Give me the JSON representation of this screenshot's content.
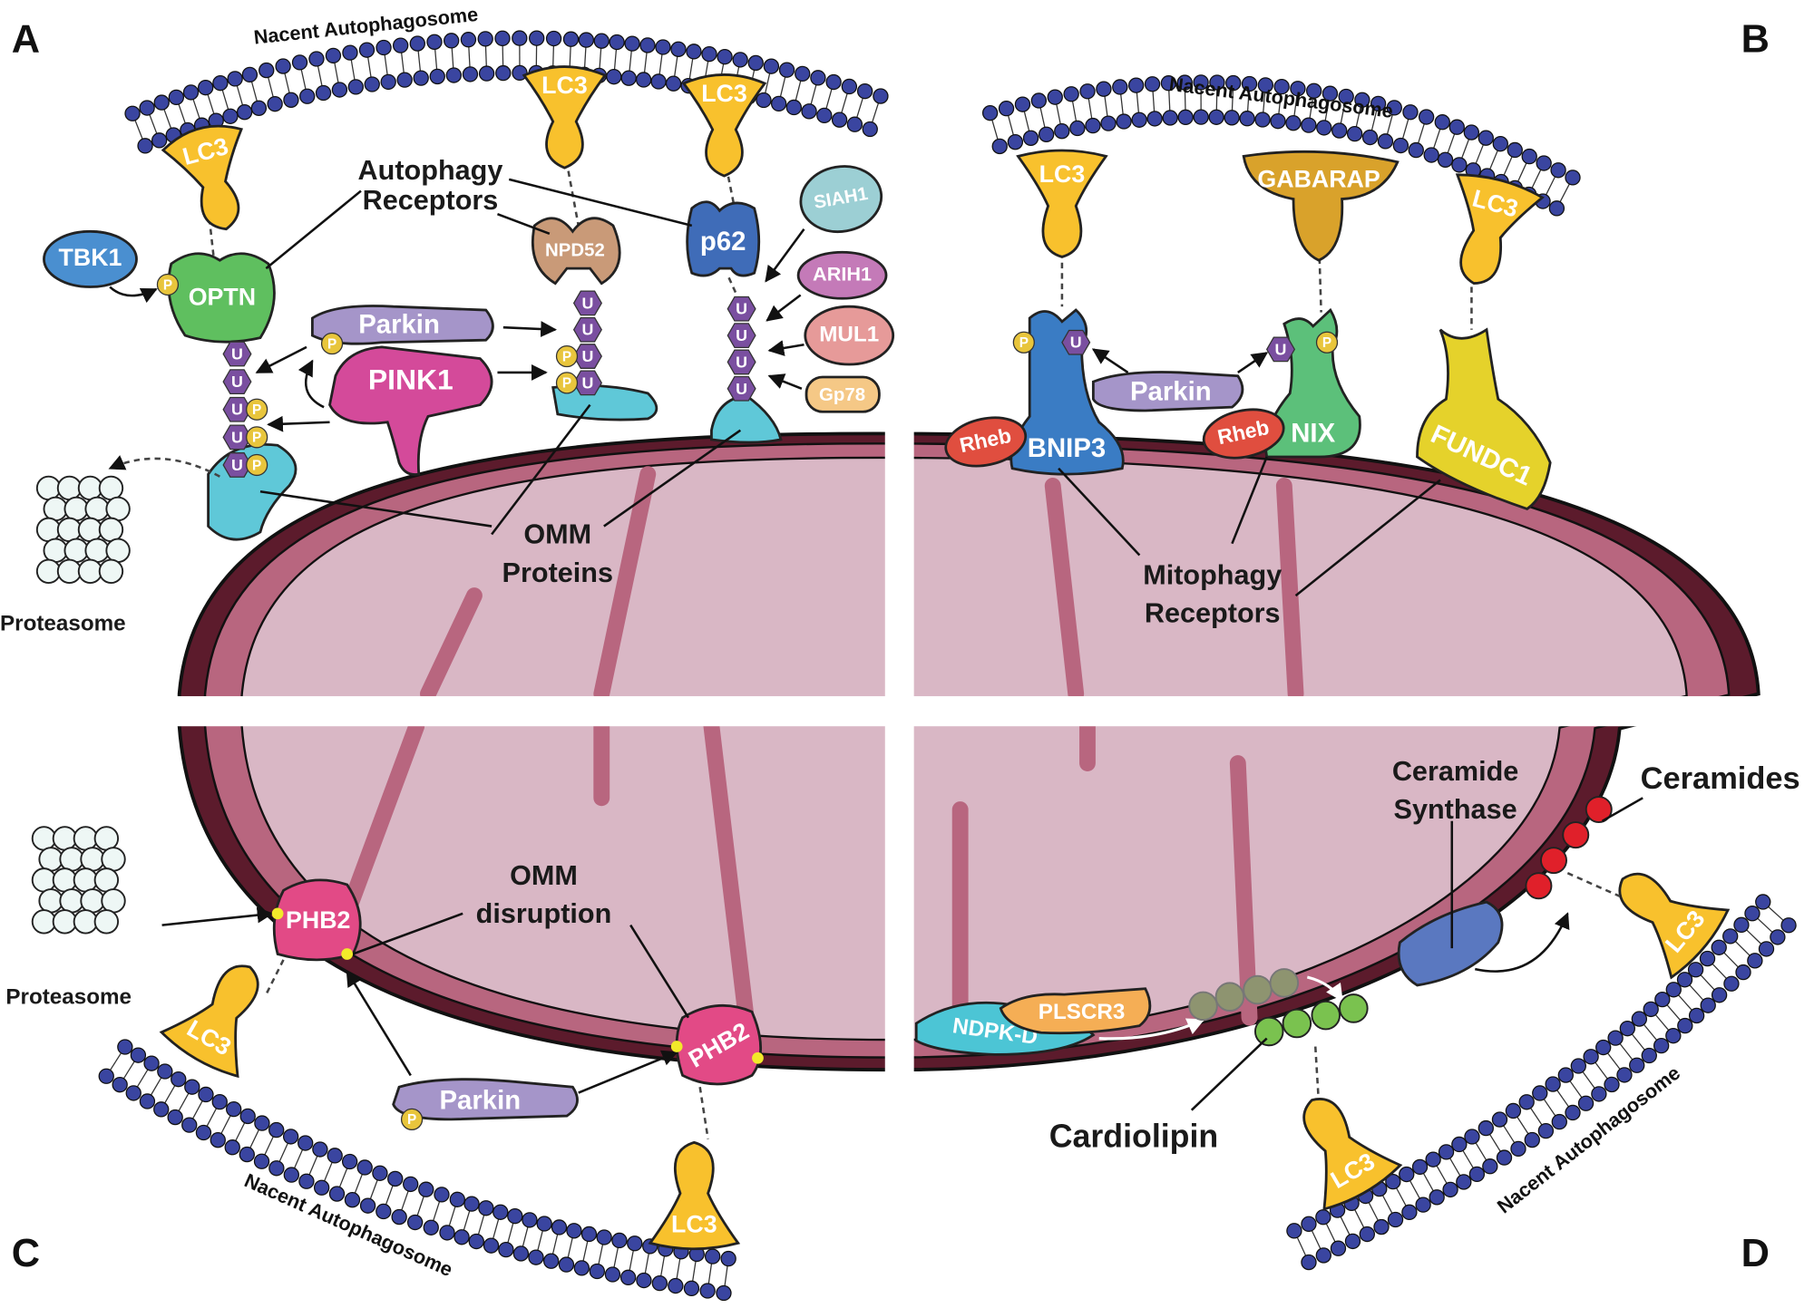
{
  "panels": {
    "a": "A",
    "b": "B",
    "c": "C",
    "d": "D"
  },
  "membrane_label": "Nacent Autophagosome",
  "ubiquitin_label": "U",
  "phospho_label": "P",
  "panel_a": {
    "lc3": "LC3",
    "tbk1": "TBK1",
    "optn": "OPTN",
    "npd52": "NPD52",
    "p62": "p62",
    "siah1": "SIAH1",
    "arih1": "ARIH1",
    "mul1": "MUL1",
    "gp78": "Gp78",
    "parkin": "Parkin",
    "pink1": "PINK1",
    "autophagy_receptors": [
      "Autophagy",
      "Receptors"
    ],
    "omm_proteins": [
      "OMM",
      "Proteins"
    ],
    "proteasome": "Proteasome"
  },
  "panel_b": {
    "lc3": "LC3",
    "gabarap": "GABARAP",
    "bnip3": "BNIP3",
    "nix": "NIX",
    "fundc1": "FUNDC1",
    "rheb": "Rheb",
    "parkin": "Parkin",
    "mitophagy_receptors": [
      "Mitophagy",
      "Receptors"
    ]
  },
  "panel_c": {
    "lc3": "LC3",
    "phb2": "PHB2",
    "parkin": "Parkin",
    "proteasome": "Proteasome",
    "omm_disruption": [
      "OMM",
      "disruption"
    ]
  },
  "panel_d": {
    "lc3": "LC3",
    "ceramide_synthase": [
      "Ceramide",
      "Synthase"
    ],
    "ceramides": "Ceramides",
    "ndpkd": "NDPK-D",
    "plscr3": "PLSCR3",
    "cardiolipin": "Cardiolipin"
  },
  "colors": {
    "outer_membrane": "#5c1b2c",
    "inner_membrane": "#b8667f",
    "matrix": "#d9b7c5",
    "lipid_head": "#3a45a0",
    "lc3": "#f8c12d",
    "ubiquitin": "#7a4fa0",
    "phospho": "#e8c53c"
  }
}
